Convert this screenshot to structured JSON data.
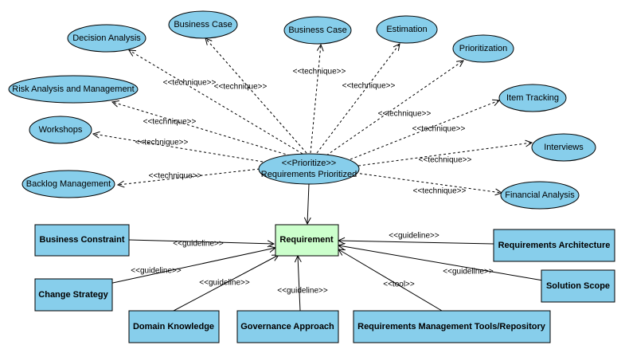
{
  "usecase": {
    "stereotype": "<<Prioritize>>",
    "name": "Requirements Prioritized"
  },
  "requirement": {
    "name": "Requirement"
  },
  "techniques": [
    {
      "id": "decision-analysis",
      "label": "Decision Analysis",
      "edge_label": "<<technique>>"
    },
    {
      "id": "business-case-1",
      "label": "Business Case",
      "edge_label": "<<technique>>"
    },
    {
      "id": "business-case-2",
      "label": "Business Case",
      "edge_label": "<<technique>>"
    },
    {
      "id": "estimation",
      "label": "Estimation",
      "edge_label": "<<technique>>"
    },
    {
      "id": "prioritization",
      "label": "Prioritization",
      "edge_label": "<<technique>>"
    },
    {
      "id": "risk-analysis",
      "label": "Risk Analysis and Management",
      "edge_label": "<<technique>>"
    },
    {
      "id": "item-tracking",
      "label": "Item Tracking",
      "edge_label": "<<technique>>"
    },
    {
      "id": "workshops",
      "label": "Workshops",
      "edge_label": "<<technique>>"
    },
    {
      "id": "interviews",
      "label": "Interviews",
      "edge_label": "<<technique>>"
    },
    {
      "id": "backlog-management",
      "label": "Backlog Management",
      "edge_label": "<<technique>>"
    },
    {
      "id": "financial-analysis",
      "label": "Financial Analysis",
      "edge_label": "<<technique>>"
    }
  ],
  "guidelines": [
    {
      "id": "business-constraint",
      "label": "Business Constraint",
      "edge_label": "<<guideline>>"
    },
    {
      "id": "change-strategy",
      "label": "Change Strategy",
      "edge_label": "<<guideline>>"
    },
    {
      "id": "domain-knowledge",
      "label": "Domain Knowledge",
      "edge_label": "<<guideline>>"
    },
    {
      "id": "governance-approach",
      "label": "Governance Approach",
      "edge_label": "<<guideline>>"
    },
    {
      "id": "requirements-management-tools",
      "label": "Requirements Management Tools/Repository",
      "edge_label": "<<tool>>"
    },
    {
      "id": "solution-scope",
      "label": "Solution Scope",
      "edge_label": "<<guideline>>"
    },
    {
      "id": "requirements-architecture",
      "label": "Requirements Architecture",
      "edge_label": "<<guideline>>"
    }
  ]
}
